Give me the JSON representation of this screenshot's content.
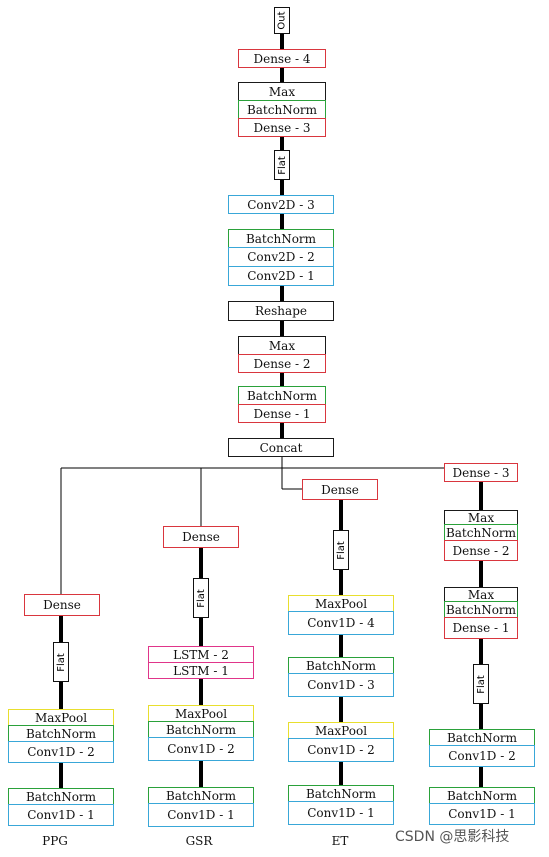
{
  "colors": {
    "black": "#1a1a1a",
    "red": "#d9363e",
    "green": "#2aa13a",
    "blue": "#39a7d8",
    "yellow": "#e8df2e",
    "pink": "#e0358a"
  },
  "top": {
    "out": "Out",
    "dense4": "Dense - 4",
    "max1": "Max",
    "batchnorm1": "BatchNorm",
    "dense3": "Dense - 3",
    "flat": "Flat",
    "conv2d3": "Conv2D - 3",
    "batchnorm2": "BatchNorm",
    "conv2d2": "Conv2D - 2",
    "conv2d1": "Conv2D - 1",
    "reshape": "Reshape",
    "max2": "Max",
    "dense2": "Dense - 2",
    "batchnorm3": "BatchNorm",
    "dense1": "Dense - 1",
    "concat": "Concat"
  },
  "ppg": {
    "label": "PPG",
    "dense": "Dense",
    "flat": "Flat",
    "maxpool": "MaxPool",
    "batchnorm_a": "BatchNorm",
    "conv2": "Conv1D - 2",
    "batchnorm_b": "BatchNorm",
    "conv1": "Conv1D - 1"
  },
  "gsr": {
    "label": "GSR",
    "dense": "Dense",
    "flat": "Flat",
    "lstm2": "LSTM - 2",
    "lstm1": "LSTM - 1",
    "maxpool": "MaxPool",
    "batchnorm_a": "BatchNorm",
    "conv2": "Conv1D - 2",
    "batchnorm_b": "BatchNorm",
    "conv1": "Conv1D - 1"
  },
  "et": {
    "label": "ET",
    "dense": "Dense",
    "flat": "Flat",
    "maxpool_a": "MaxPool",
    "conv4": "Conv1D - 4",
    "batchnorm": "BatchNorm",
    "conv3": "Conv1D - 3",
    "maxpool_b": "MaxPool",
    "conv2": "Conv1D - 2",
    "batchnorm_b": "BatchNorm",
    "conv1": "Conv1D - 1"
  },
  "fourth": {
    "dense3": "Dense - 3",
    "max_a": "Max",
    "batchnorm_a": "BatchNorm",
    "dense2": "Dense - 2",
    "max_b": "Max",
    "batchnorm_b": "BatchNorm",
    "dense1": "Dense - 1",
    "flat": "Flat",
    "batchnorm_c": "BatchNorm",
    "conv2": "Conv1D - 2",
    "batchnorm_d": "BatchNorm",
    "conv1": "Conv1D - 1"
  },
  "watermark": "CSDN @思影科技"
}
